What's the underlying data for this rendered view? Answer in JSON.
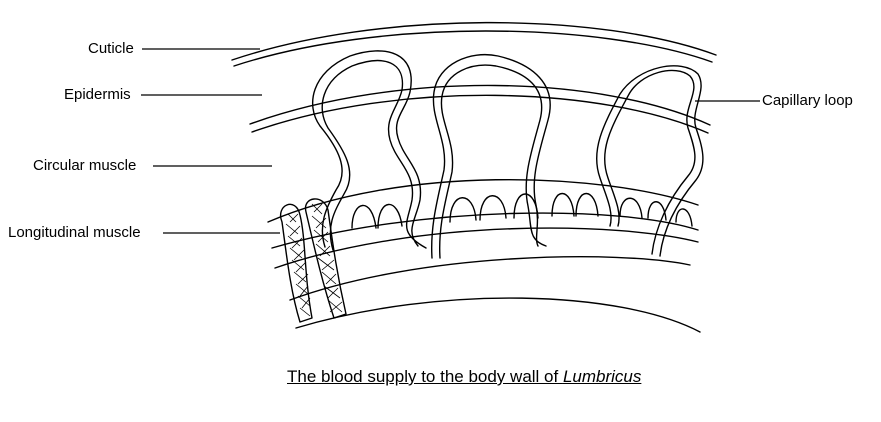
{
  "labels": {
    "cuticle": "Cuticle",
    "epidermis": "Epidermis",
    "circular_muscle": "Circular muscle",
    "longitudinal_muscle": "Longitudinal muscle",
    "capillary_loop": "Capillary loop"
  },
  "caption": {
    "text": "The blood supply to the body wall of ",
    "italic": "Lumbricus"
  },
  "colors": {
    "ink": "#000000",
    "background": "#ffffff"
  }
}
